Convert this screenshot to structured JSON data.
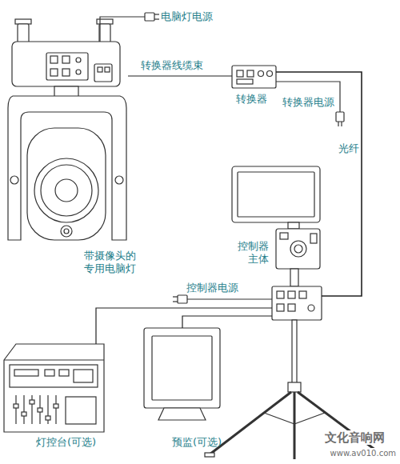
{
  "diagram": {
    "nodes": [
      {
        "text": [
          "带摄像头的 专用电脑灯"
        ]
      },
      {
        "text": [
          "转换器"
        ]
      },
      {
        "text": [
          "控制器 主体"
        ]
      },
      {
        "text": [
          "灯控台(可选)"
        ]
      },
      {
        "text": [
          "预监(可选)"
        ]
      }
    ],
    "edges": [
      {
        "from": 0,
        "to": 1,
        "arrow": "none",
        "label": "转换器线缆束"
      },
      {
        "from": 1,
        "to": 2,
        "arrow": "none",
        "label": "光纤"
      },
      {
        "from": 2,
        "to": 3,
        "arrow": "none"
      },
      {
        "from": 2,
        "to": 4,
        "arrow": "none"
      }
    ],
    "labels": [
      "电脑灯电源",
      "转换器电源",
      "控制器电源",
      "文化音响网",
      "www.av010.com"
    ]
  }
}
